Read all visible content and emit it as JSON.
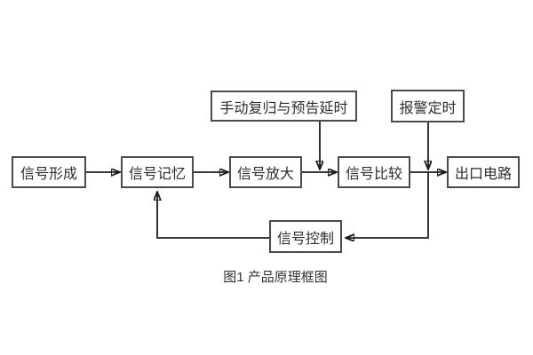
{
  "caption": "图1 产品原理框图",
  "nodes": {
    "signal_formation": {
      "label": "信号形成"
    },
    "signal_memory": {
      "label": "信号记忆"
    },
    "signal_amplification": {
      "label": "信号放大"
    },
    "signal_comparison": {
      "label": "信号比较"
    },
    "output_circuit": {
      "label": "出口电路"
    },
    "manual_reset_delay": {
      "label": "手动复归与预告延时"
    },
    "alarm_timing": {
      "label": "报警定时"
    },
    "signal_control": {
      "label": "信号控制"
    }
  },
  "edges": [
    {
      "from": "signal_formation",
      "to": "signal_memory",
      "style": "arrow-right"
    },
    {
      "from": "signal_memory",
      "to": "signal_amplification",
      "style": "arrow-right"
    },
    {
      "from": "signal_amplification",
      "to": "signal_comparison",
      "style": "arrow-right"
    },
    {
      "from": "signal_comparison",
      "to": "output_circuit",
      "style": "arrow-right"
    },
    {
      "from": "manual_reset_delay",
      "to": "junction-amplification-comparison",
      "style": "arrow-down"
    },
    {
      "from": "alarm_timing",
      "to": "junction-comparison-output",
      "style": "arrow-down"
    },
    {
      "from": "alarm_timing",
      "to": "signal_control",
      "style": "down-then-left-arrow"
    },
    {
      "from": "signal_control",
      "to": "signal_memory",
      "style": "left-then-up-arrow"
    }
  ],
  "colors": {
    "background": "#ffffff",
    "box_border": "#4b4b4b",
    "connector": "#1c1c1c",
    "text": "#2e2e2e"
  }
}
